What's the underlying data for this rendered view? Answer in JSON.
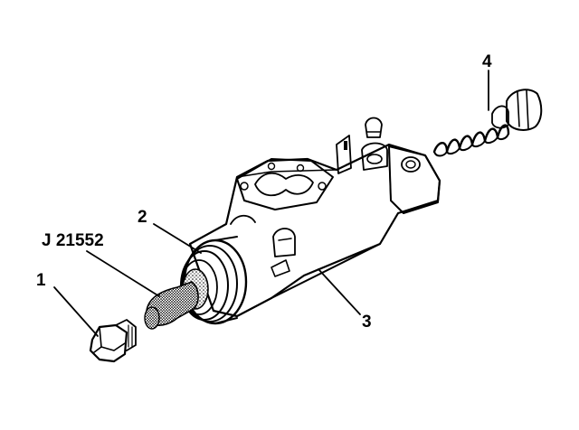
{
  "callouts": {
    "part_1": "1",
    "part_2": "2",
    "part_3": "3",
    "part_4": "4",
    "tool": "J 21552"
  },
  "colors": {
    "ink": "#000000",
    "paper": "#ffffff"
  }
}
